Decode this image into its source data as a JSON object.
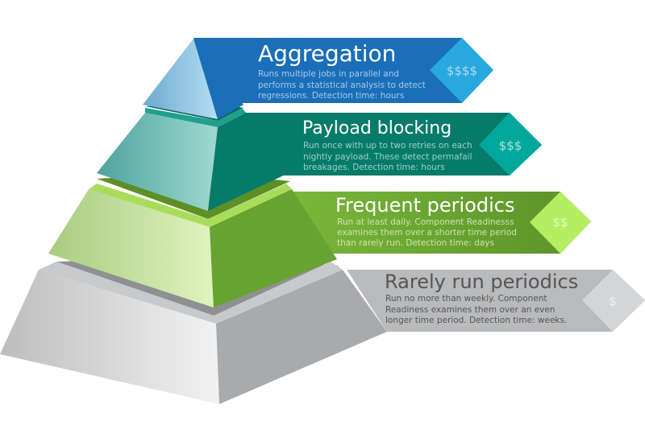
{
  "tiers": [
    {
      "title": "Aggregation",
      "lines": [
        "Runs multiple jobs in parallel and",
        "performs a statistical analysis to detect",
        "regressions. Detection time: hours"
      ],
      "cost": "$$$$",
      "color": "#1a6fb8",
      "diamond": "#29a8e0"
    },
    {
      "title": "Payload blocking",
      "lines": [
        "Run once with up to two retries on each",
        "nightly payload. These detect permafail",
        "breakages. Detection time: hours"
      ],
      "cost": "$$$",
      "color": "#067b6a",
      "diamond": "#00a89b"
    },
    {
      "title": "Frequent periodics",
      "lines": [
        "Run at least daily. Component Readinesss",
        "examines them over a shorter time period",
        "than rarely run. Detection time: days"
      ],
      "cost": "$$",
      "color": "#67a330",
      "diamond": "#b6ee62"
    },
    {
      "title": "Rarely run periodics",
      "lines": [
        "Run no more than weekly. Component",
        "Readiness examines them over an even",
        "longer time period. Detection time: weeks."
      ],
      "cost": "$",
      "color": "#b9babc",
      "diamond": "#d4d5d7"
    }
  ]
}
